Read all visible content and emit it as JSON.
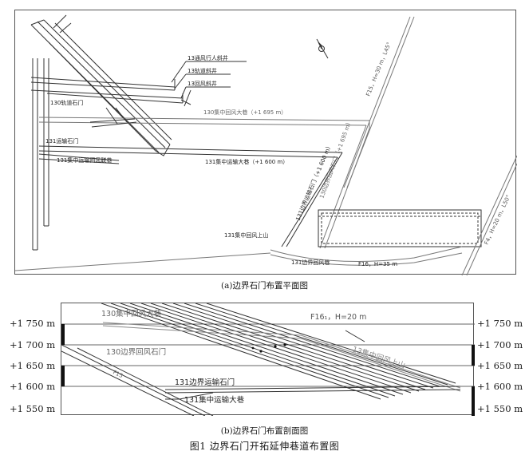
{
  "plan": {
    "labels": {
      "l13_pedestrian_shaft": "13通风行人斜井",
      "l13_rail_shaft": "13轨道斜井",
      "l13_return_shaft": "13回风斜井",
      "l130_rail_crosscut": "130轨道石门",
      "l130_return_roadway": "130集中回风大巷（+1 695 m）",
      "l131_transport_crosscut": "131运输石门",
      "l131_transport_return_link": "131集中运输回风联巷",
      "l131_transport_roadway": "131集中运输大巷（+1 600 m）",
      "l131_boundary_transport": "131边界运输石门（+1 600 m）",
      "l130_boundary_return": "130边界回风石门（+1 695 m）",
      "l131_return_uphill": "131集中回风上山",
      "l131_boundary_return_lane": "131边界回风巷",
      "fault_f16": "F16，H=35 m",
      "fault_f15": "F15，H=30 m，L45°",
      "fault_f4": "F4，H=20 m，L50°"
    },
    "caption": "(a)边界石门布置平面图"
  },
  "section": {
    "elevations_left": [
      "+1 750 m",
      "+1 700 m",
      "+1 650 m",
      "+1 600 m",
      "+1 550 m"
    ],
    "elevations_right": [
      "+1 750 m",
      "+1 700 m",
      "+1 650 m",
      "+1 600 m",
      "+1 550 m"
    ],
    "labels": {
      "s130_return_roadway": "130集中回风大巷",
      "s130_boundary_return": "130边界回风石门",
      "s131_boundary_transport": "131边界运输石门",
      "s131_transport_roadway": "131集中运输大巷",
      "s13_return_uphill": "13集中回风上山",
      "s_fault_f161": "F16₁，H=20 m",
      "s_small": "F15"
    },
    "caption": "(b)边界石门布置剖面图"
  },
  "figure_title": "图1  边界石门开拓延伸巷道布置图",
  "colors": {
    "line": "#333333",
    "light": "#8a8a8a",
    "dash": "#777777"
  }
}
